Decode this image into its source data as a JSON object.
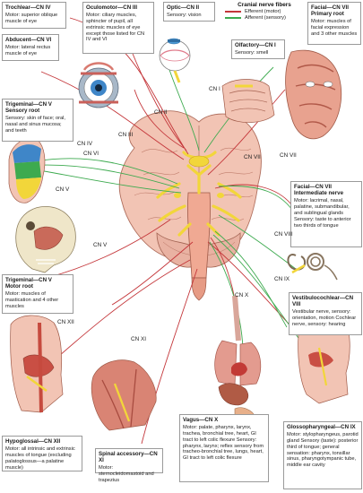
{
  "colors": {
    "efferent": "#c4363a",
    "afferent": "#3daa4f",
    "nerve_yellow": "#f2d63a",
    "brain_pink": "#f2c4b4"
  },
  "legend": {
    "title": "Cranial nerve fibers",
    "efferent": "Efferent (motor)",
    "afferent": "Afferent (sensory)"
  },
  "boxes": {
    "trochlear": {
      "title": "Trochlear—CN IV",
      "text": "Motor: superior oblique muscle of eye"
    },
    "oculomotor": {
      "title": "Oculomotor—CN III",
      "text": "Motor: ciliary muscles, sphincter of pupil, all extrinsic muscles of eye except those listed for CN IV and VI"
    },
    "optic": {
      "title": "Optic—CN II",
      "text": "Sensory: vision"
    },
    "abducent": {
      "title": "Abducent—CN VI",
      "text": "Motor: lateral rectus muscle of eye"
    },
    "olfactory": {
      "title": "Olfactory—CN I",
      "text": "Sensory: smell"
    },
    "facial_primary": {
      "title": "Facial—CN VII",
      "subtitle": "Primary root",
      "text": "Motor: muscles of facial expression and 3 other muscles"
    },
    "trigeminal_sensory": {
      "title": "Trigeminal—CN V",
      "subtitle": "Sensory root",
      "text": "Sensory: skin of face; oral, nasal and sinus mucosa; and teeth"
    },
    "facial_intermediate": {
      "title": "Facial—CN VII",
      "subtitle": "Intermediate nerve",
      "text": "Motor: lacrimal, nasal, palatine, submandibular, and sublingual glands Sensory: taste to anterior two thirds of tongue"
    },
    "trigeminal_motor": {
      "title": "Trigeminal—CN V",
      "subtitle": "Motor root",
      "text": "Motor: muscles of mastication and 4 other muscles"
    },
    "vestibulocochlear": {
      "title": "Vestibulocochlear—CN VIII",
      "text": "Vestibular nerve, sensory: orientation, motion Cochlear nerve, sensory: hearing"
    },
    "hypoglossal": {
      "title": "Hypoglossal—CN XII",
      "text": "Motor: all intrinsic and extrinsic muscles of tongue (excluding palatoglossus—a palatine muscle)"
    },
    "spinal_accessory": {
      "title": "Spinal accessory—CN XI",
      "text": "Motor: sternocleidomastoid and trapezius"
    },
    "vagus": {
      "title": "Vagus—CN X",
      "text": "Motor: palate, pharynx, larynx, trachea, bronchial tree, heart, GI tract to left colic flexure Sensory: pharynx, larynx; reflex sensory from tracheo-bronchial tree, lungs, heart, GI tract to left colic flexure"
    },
    "glossopharyngeal": {
      "title": "Glossopharyngeal—CN IX",
      "text": "Motor: stylopharyngeus, parotid gland Sensory (taste): posterior third of tongue; general sensation: pharynx, tonsillar sinus, pharyngotympanic tube, middle ear cavity"
    }
  },
  "nerve_labels": {
    "cn_i": "CN I",
    "cn_ii": "CN II",
    "cn_iii": "CN III",
    "cn_iv": "CN IV",
    "cn_vi": "CN VI",
    "cn_v_upper": "CN V",
    "cn_v_lower": "CN V",
    "cn_vii_inner": "CN VII",
    "cn_vii_outer": "CN VII",
    "cn_viii": "CN VIII",
    "cn_ix": "CN IX",
    "cn_x": "CN X",
    "cn_xi": "CN XI",
    "cn_xii": "CN XII"
  }
}
